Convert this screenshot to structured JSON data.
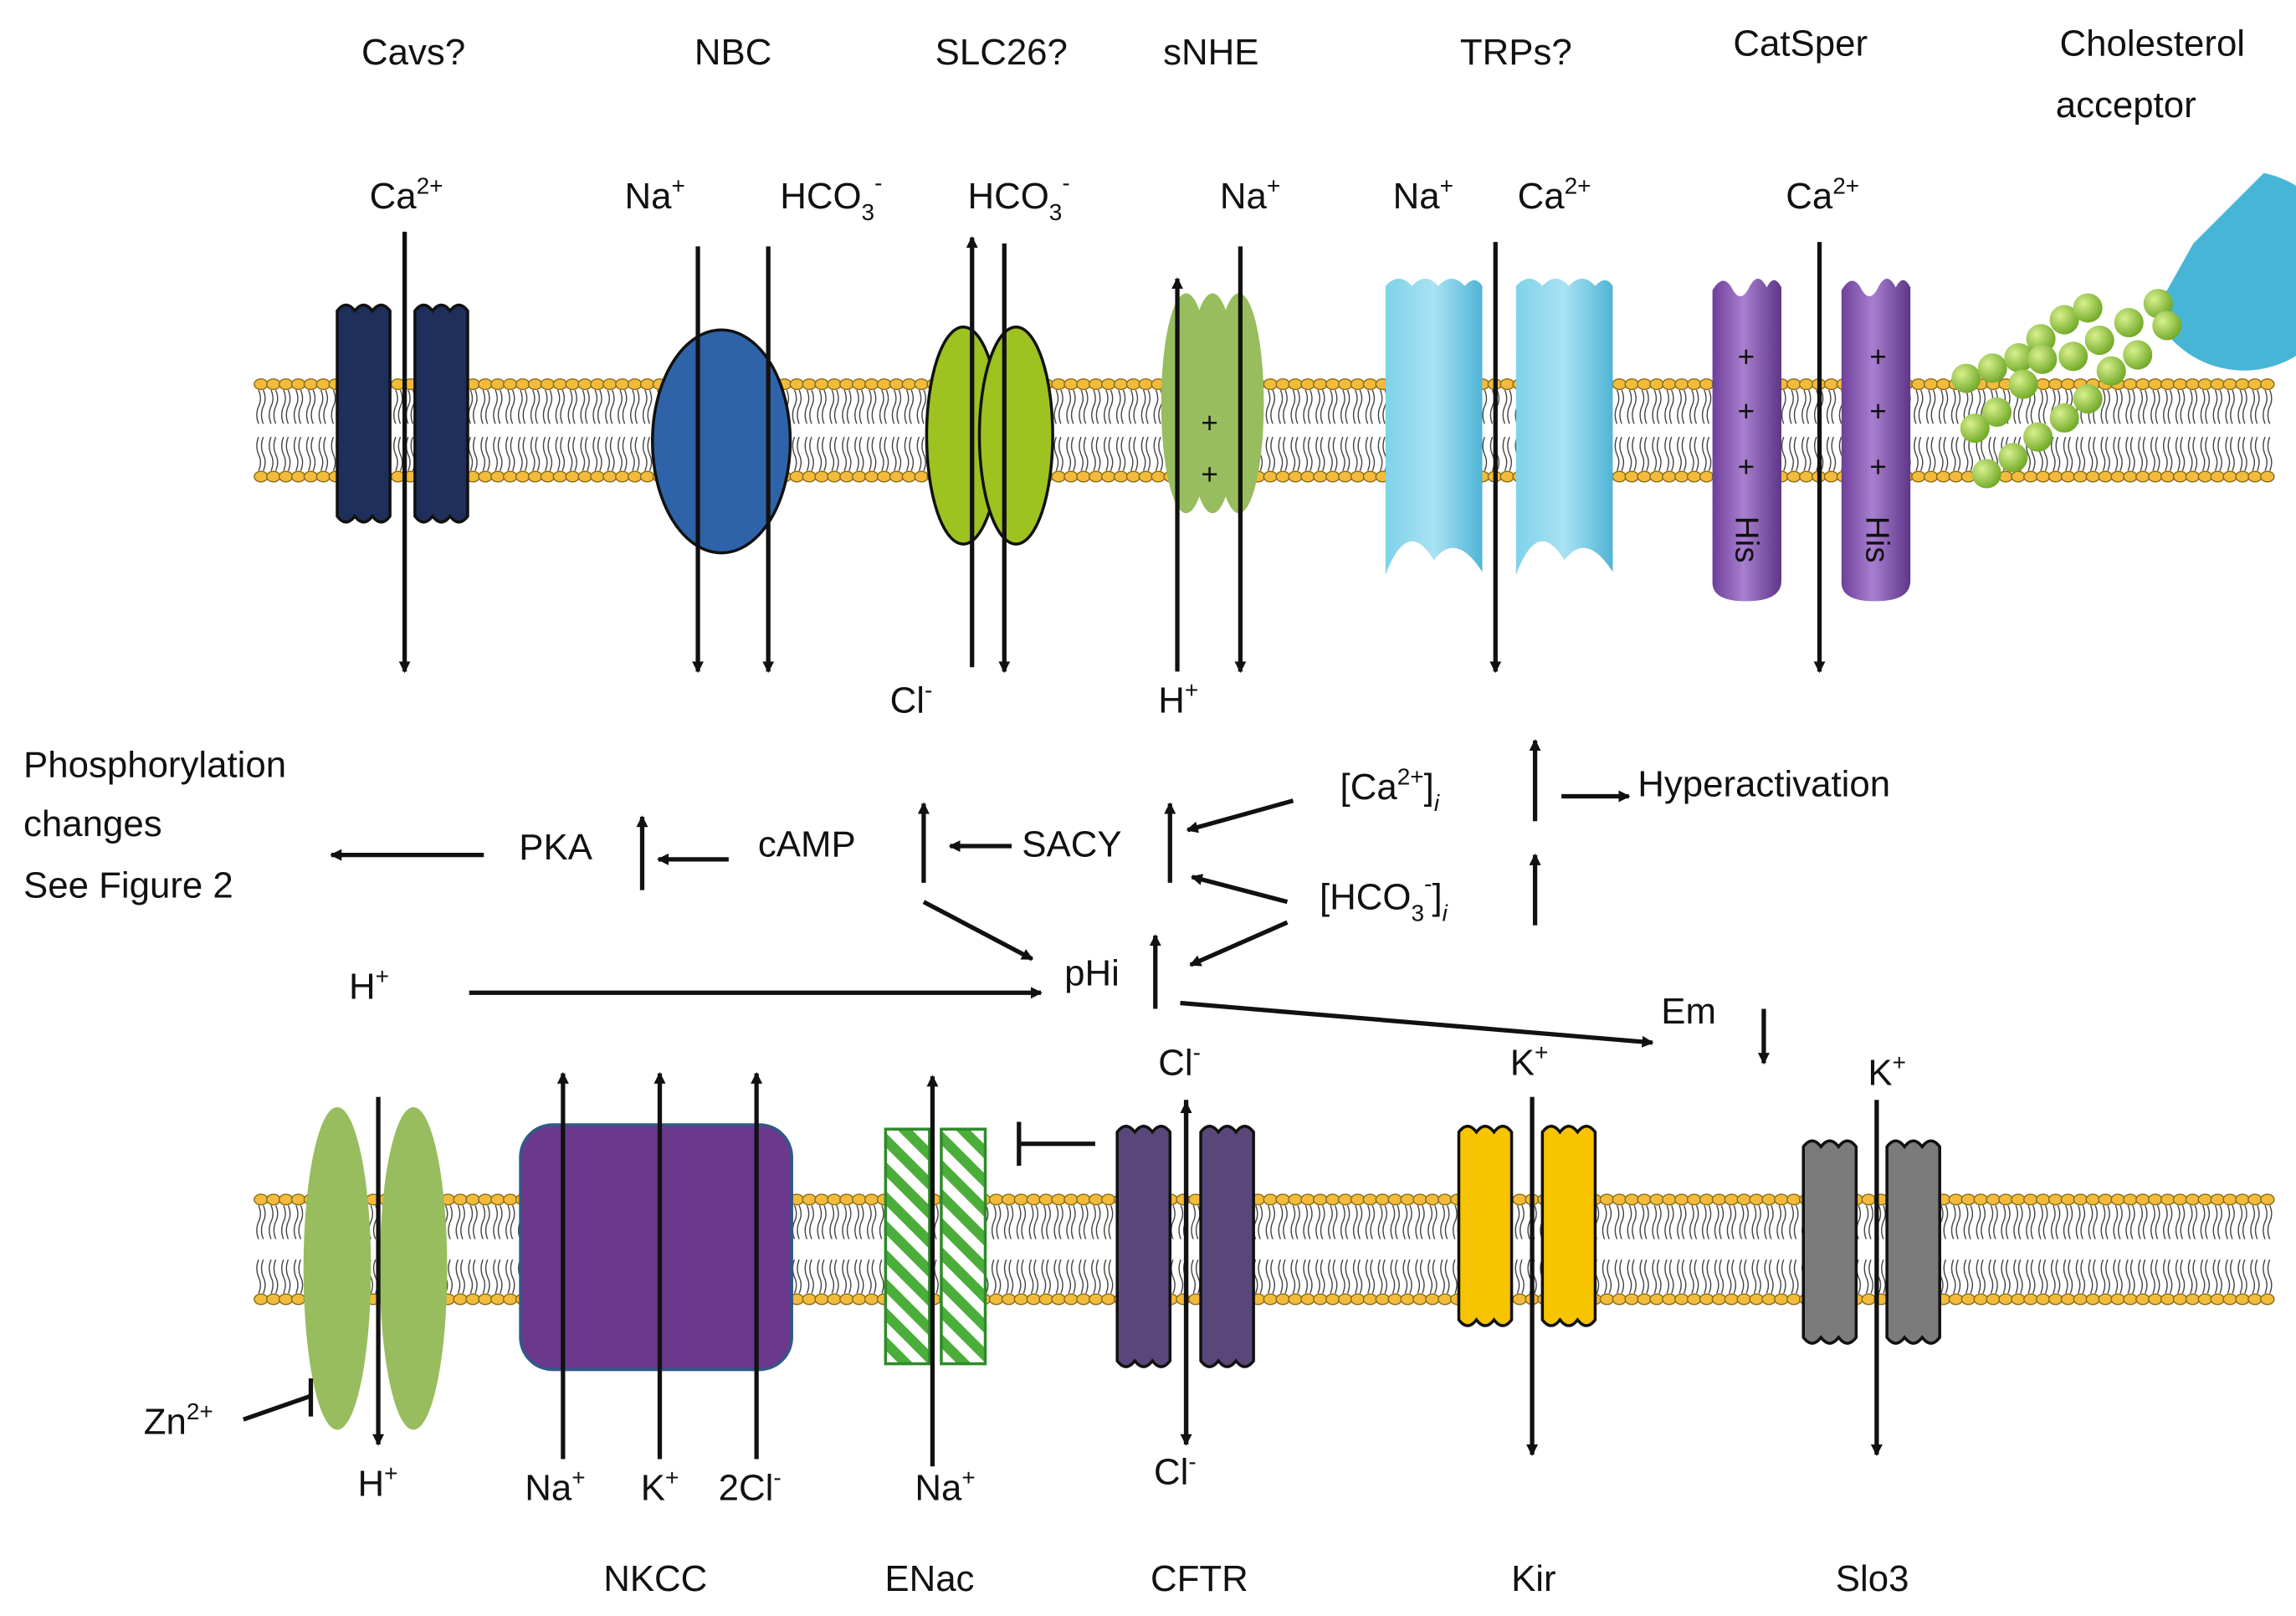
{
  "colors": {
    "membrane_head": "#f2bb3c",
    "cavs": "#1e2f5c",
    "nbc": "#2f63a9",
    "slc26": "#9ec21f",
    "snhe": "#97bd5e",
    "trp": "#65c4e2",
    "catsper": "#8c5cb6",
    "cholesterol": "#8fc43c",
    "acceptor": "#47b6d6",
    "hv1": "#97bd5e",
    "nkcc": "#6b388c",
    "enac": "#4cae3a",
    "cftr": "#5a4779",
    "kir": "#f6c400",
    "slo3": "#7b7b7b"
  },
  "icons": {
    "catsper_charge": "+",
    "snhe_charge": "+"
  },
  "top": {
    "channels": {
      "cavs": "Cavs?",
      "nbc": "NBC",
      "slc26": "SLC26?",
      "snhe": "sNHE",
      "trps": "TRPs?",
      "catsper": "CatSper",
      "cholesterol_line1": "Cholesterol",
      "cholesterol_line2": "acceptor"
    },
    "ions": {
      "cavs_ca": "Ca",
      "cavs_ca_sup": "2+",
      "nbc_na": "Na",
      "nbc_na_sup": "+",
      "nbc_hco3": "HCO",
      "nbc_hco3_sub": "3",
      "nbc_hco3_sup": "-",
      "slc_hco3": "HCO",
      "slc_hco3_sub": "3",
      "slc_hco3_sup": "-",
      "slc_cl": "Cl",
      "slc_cl_sup": "-",
      "snhe_na": "Na",
      "snhe_na_sup": "+",
      "snhe_h": "H",
      "snhe_h_sup": "+",
      "trp_na": "Na",
      "trp_na_sup": "+",
      "trp_ca": "Ca",
      "trp_ca_sup": "2+",
      "catsper_ca": "Ca",
      "catsper_ca_sup": "2+",
      "his": "His"
    }
  },
  "middle": {
    "phospho_line1": "Phosphorylation",
    "phospho_line2": "changes",
    "phospho_line3": "See Figure 2",
    "pka": "PKA",
    "camp": "cAMP",
    "sacy": "SACY",
    "phi": "pHi",
    "h": "H",
    "h_sup": "+",
    "ca_i_open": "[Ca",
    "ca_i_sup": "2+",
    "ca_i_close": "]",
    "ca_i_sub": "i",
    "hco3_i_open": "[HCO",
    "hco3_i_sub3": "3",
    "hco3_i_sup": "-",
    "hco3_i_close": "]",
    "hco3_i_sub": "i",
    "hyperactivation": "Hyperactivation",
    "em": "Em"
  },
  "bottom": {
    "channels": {
      "nkcc": "NKCC",
      "enac": "ENac",
      "cftr": "CFTR",
      "kir": "Kir",
      "slo3": "Slo3"
    },
    "ions": {
      "zn": "Zn",
      "zn_sup": "2+",
      "hv_h": "H",
      "hv_h_sup": "+",
      "nkcc_na": "Na",
      "nkcc_na_sup": "+",
      "nkcc_k": "K",
      "nkcc_k_sup": "+",
      "nkcc_cl": "2Cl",
      "nkcc_cl_sup": "-",
      "enac_na": "Na",
      "enac_na_sup": "+",
      "cftr_cl_top": "Cl",
      "cftr_cl_top_sup": "-",
      "cftr_cl_bot": "Cl",
      "cftr_cl_bot_sup": "-",
      "kir_k": "K",
      "kir_k_sup": "+",
      "slo3_k": "K",
      "slo3_k_sup": "+"
    }
  }
}
